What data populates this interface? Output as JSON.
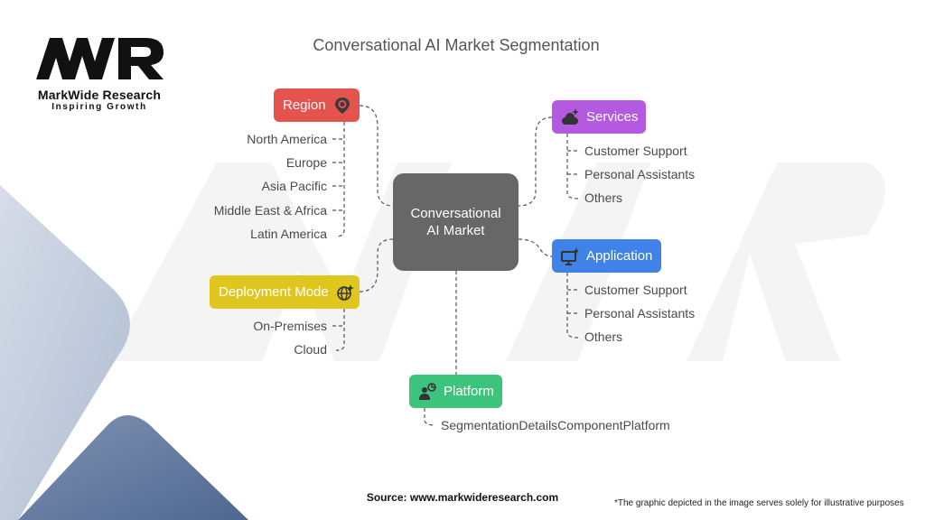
{
  "title": "Conversational AI Market Segmentation",
  "logo": {
    "mark": "MWR",
    "name": "MarkWide Research",
    "tagline": "Inspiring Growth"
  },
  "center": {
    "line1": "Conversational",
    "line2": "AI Market"
  },
  "segments": {
    "region": {
      "label": "Region",
      "icon": "location-gear-icon",
      "color": "#e5534f",
      "items": [
        "North America",
        "Europe",
        "Asia Pacific",
        "Middle East & Africa",
        "Latin America"
      ]
    },
    "deployment": {
      "label": "Deployment Mode",
      "icon": "globe-sparkle-icon",
      "color": "#dfc71f",
      "items": [
        "On-Premises",
        "Cloud"
      ]
    },
    "services": {
      "label": "Services",
      "icon": "cloud-sparkle-icon",
      "color": "#b35ae0",
      "items": [
        "Customer Support",
        "Personal Assistants",
        "Others"
      ]
    },
    "application": {
      "label": "Application",
      "icon": "monitor-sparkle-icon",
      "color": "#3f82e8",
      "items": [
        "Customer Support",
        "Personal Assistants",
        "Others"
      ]
    },
    "platform": {
      "label": "Platform",
      "icon": "user-chart-icon",
      "color": "#3cc47c",
      "items": [
        "SegmentationDetailsComponentPlatform"
      ]
    }
  },
  "footer": {
    "source": "Source: www.markwideresearch.com",
    "note": "*The graphic depicted in the image serves solely for illustrative purposes"
  }
}
